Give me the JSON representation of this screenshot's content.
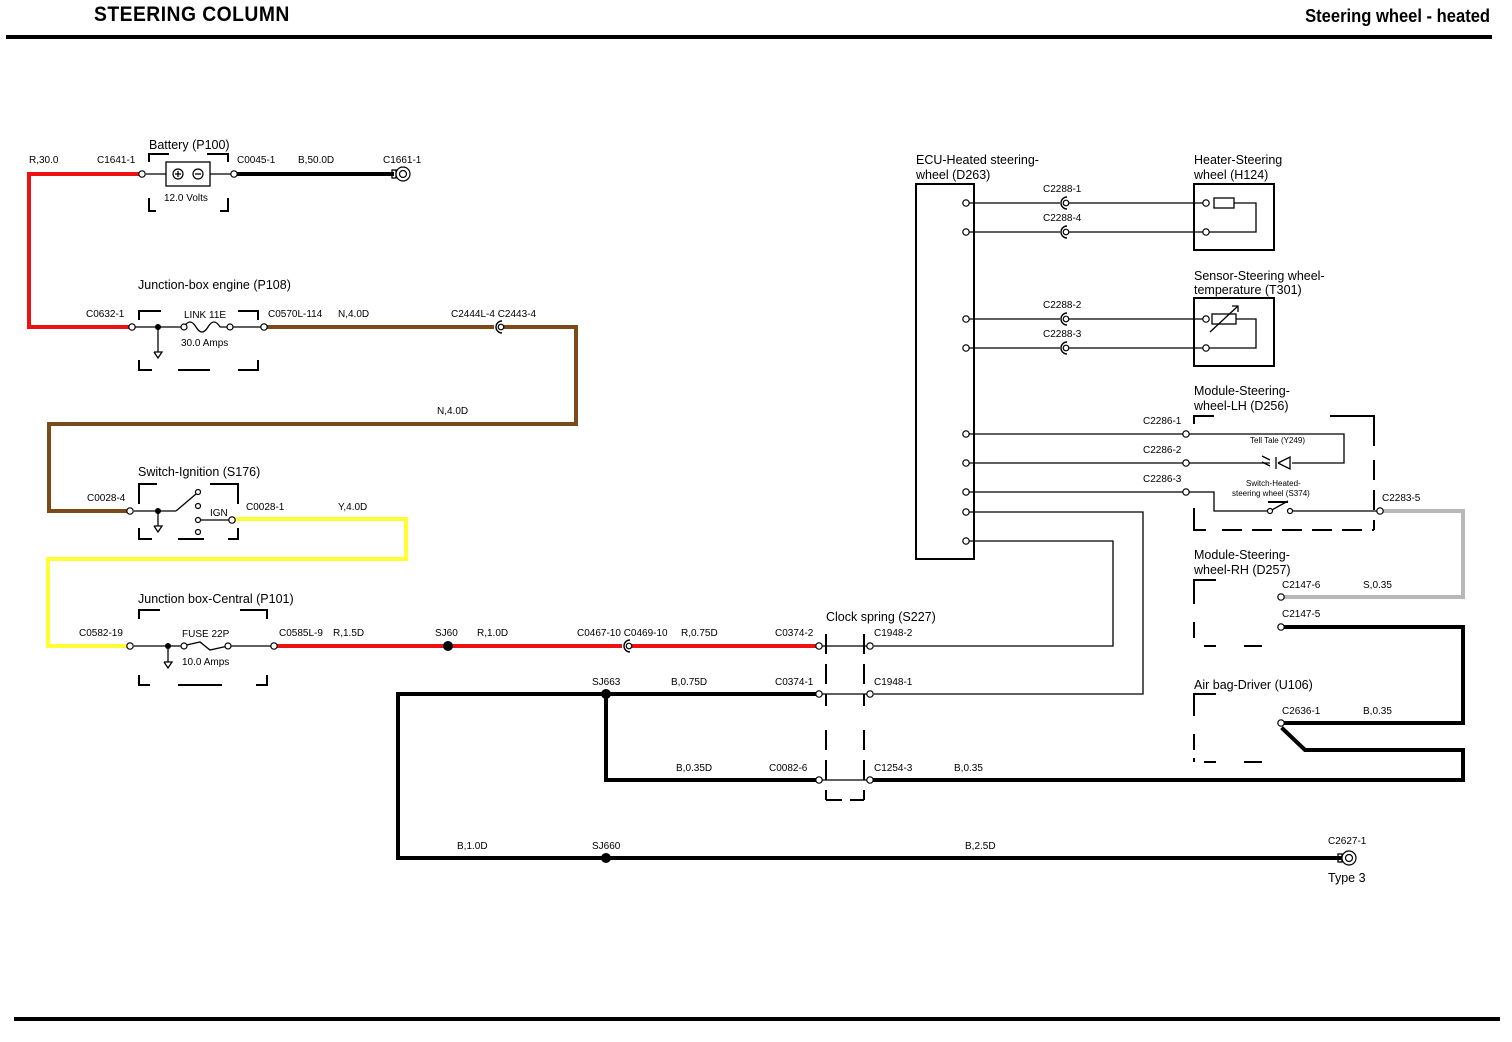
{
  "header": {
    "section_title": "STEERING COLUMN",
    "page_title": "Steering wheel - heated"
  },
  "wire_colors": {
    "R": "#ee1111",
    "B": "#000000",
    "N": "#7a4a18",
    "Y": "#ffff33",
    "S": "#b8b8b8"
  },
  "components": {
    "battery": {
      "name": "Battery (P100)",
      "rating": "12.0 Volts"
    },
    "jb_engine": {
      "name": "Junction-box engine (P108)",
      "fuse": "LINK  11E",
      "rating": "30.0 Amps"
    },
    "ignition": {
      "name": "Switch-Ignition (S176)",
      "position": "IGN"
    },
    "jb_central": {
      "name": "Junction box-Central (P101)",
      "fuse": "FUSE 22P",
      "rating": "10.0 Amps"
    },
    "clock_spring": {
      "name": "Clock spring (S227)"
    },
    "ecu": {
      "name_line1": "ECU-Heated steering-",
      "name_line2": "wheel (D263)"
    },
    "heater": {
      "name_line1": "Heater-Steering",
      "name_line2": "wheel (H124)"
    },
    "sensor": {
      "name_line1": "Sensor-Steering wheel-",
      "name_line2": "temperature (T301)"
    },
    "module_lh": {
      "name_line1": "Module-Steering-",
      "name_line2": "wheel-LH (D256)",
      "tell_tale": "Tell Tale (Y249)",
      "switch_line1": "Switch-Heated-",
      "switch_line2": "steering wheel (S374)"
    },
    "module_rh": {
      "name_line1": "Module-Steering-",
      "name_line2": "wheel-RH (D257)"
    },
    "airbag": {
      "name": "Air bag-Driver (U106)"
    },
    "ground": {
      "type": "Type 3"
    }
  },
  "connectors": {
    "c1641_1": "C1641-1",
    "c0045_1": "C0045-1",
    "c1661_1": "C1661-1",
    "c0632_1": "C0632-1",
    "c0570l_114": "C0570L-114",
    "c2444l_c2443": "C2444L-4 C2443-4",
    "c0028_4": "C0028-4",
    "c0028_1": "C0028-1",
    "c0582_19": "C0582-19",
    "c0585l_9": "C0585L-9",
    "sj60": "SJ60",
    "c0467_c0469": "C0467-10 C0469-10",
    "c0374_2": "C0374-2",
    "c1948_2": "C1948-2",
    "sj663": "SJ663",
    "c0374_1": "C0374-1",
    "c1948_1": "C1948-1",
    "c0082_6": "C0082-6",
    "c1254_3": "C1254-3",
    "sj660": "SJ660",
    "c2627_1": "C2627-1",
    "c2288_1": "C2288-1",
    "c2288_4": "C2288-4",
    "c2288_2": "C2288-2",
    "c2288_3": "C2288-3",
    "c2286_1": "C2286-1",
    "c2286_2": "C2286-2",
    "c2286_3": "C2286-3",
    "c2283_5": "C2283-5",
    "c2147_6": "C2147-6",
    "c2147_5": "C2147-5",
    "c2636_1": "C2636-1"
  },
  "wires": {
    "r_30_0": "R,30.0",
    "b_50_0d": "B,50.0D",
    "n_4_0d_a": "N,4.0D",
    "n_4_0d_b": "N,4.0D",
    "y_4_0d": "Y,4.0D",
    "r_1_5d": "R,1.5D",
    "r_1_0d": "R,1.0D",
    "r_0_75d": "R,0.75D",
    "b_0_75d": "B,0.75D",
    "b_0_35d": "B,0.35D",
    "b_0_35_a": "B,0.35",
    "b_1_0d": "B,1.0D",
    "b_2_5d": "B,2.5D",
    "s_0_35": "S,0.35",
    "b_0_35_b": "B,0.35"
  }
}
